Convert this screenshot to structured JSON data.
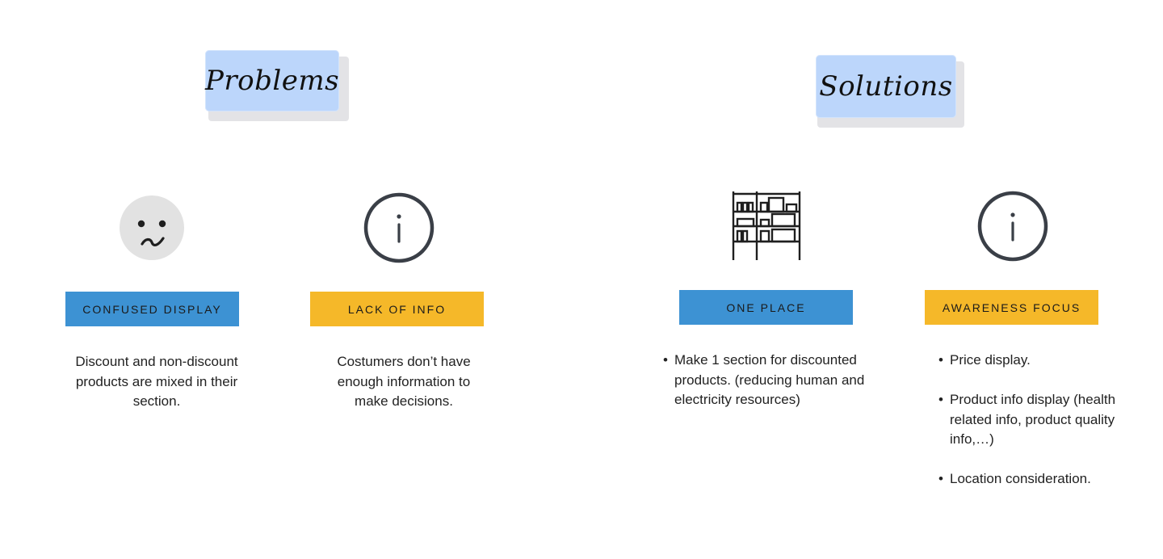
{
  "problems": {
    "title": "Problems",
    "items": [
      {
        "icon": "confused-face-icon",
        "label": "CONFUSED DISPLAY",
        "label_color": "#3d92d3",
        "description": "Discount and non-discount products are mixed in their section."
      },
      {
        "icon": "info-icon",
        "label": "LACK OF INFO",
        "label_color": "#f5b829",
        "description": "Costumers don’t have enough information to make decisions."
      }
    ]
  },
  "solutions": {
    "title": "Solutions",
    "items": [
      {
        "icon": "shelf-icon",
        "label": "ONE PLACE",
        "label_color": "#3d92d3",
        "bullets": [
          "Make 1 section for discounted products. (reducing human and electricity resources)"
        ]
      },
      {
        "icon": "info-icon",
        "label": "AWARENESS FOCUS",
        "label_color": "#f5b829",
        "bullets": [
          "Price display.",
          "Product info display (health related info, product quality info,…)",
          "Location consideration."
        ]
      }
    ]
  },
  "colors": {
    "sticky_note": "#bcd6fb",
    "label_blue": "#3d92d3",
    "label_yellow": "#f5b829"
  }
}
